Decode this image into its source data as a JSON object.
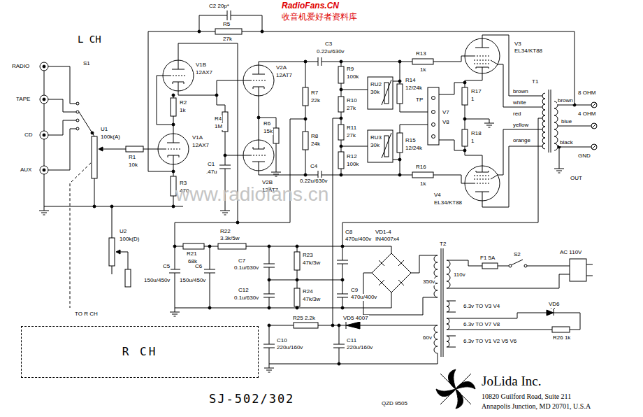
{
  "diagram": {
    "nodes": [
      {
        "text": [
          "R CH"
        ]
      }
    ],
    "labels": [
      "RadioFans.CN",
      "收音机爱好者资料库",
      "L CH",
      "C2 20p*",
      "R5",
      "27k",
      "RADIO",
      "TAPE",
      "CD",
      "AUX",
      "S1",
      "V1B",
      "12AX7",
      "R2",
      "1k",
      "V1A",
      "12AX7",
      "R3",
      "470",
      "U1",
      "100k(A)",
      "R1",
      "10k",
      "V2A",
      "12AT7",
      "R4",
      "1M",
      "C1",
      ".47u",
      "V2B",
      "12AT7",
      "R6",
      "15k",
      "C3",
      "0.22u/630v",
      "R7",
      "22k",
      "R8",
      "24k",
      "R9",
      "100k",
      "R10",
      "27k",
      "R11",
      "27k",
      "R12",
      "100k",
      "RU2",
      "30k",
      "RU3",
      "30k",
      "R13",
      "1k",
      "R14",
      "12/24k",
      "R15",
      "12/24k",
      "TP",
      "V7",
      "V8",
      "R16",
      "1k",
      "C4",
      "0.22u/630v",
      "V3",
      "EL34/KT88",
      "V4",
      "EL34/KT88",
      "R17",
      "1",
      "R18",
      "1",
      "T1",
      "brown",
      "white",
      "red",
      "yellow",
      "orange",
      "8 OHM",
      "brown",
      "4 OHM",
      "blue",
      "black",
      "GND",
      "OUT",
      "www.radiofans.cn",
      "U2",
      "100k(D)",
      "TO R CH",
      "R21",
      "68k",
      "R22",
      "3.3k/5w",
      "C5",
      "150u/450v",
      "C6",
      "150u/450v",
      "C7",
      "0.1u/630v",
      "C12",
      "0.1u/630v",
      "R23",
      "47k/3w",
      "R24",
      "47k/3w",
      "C8",
      "470u/400v",
      "C9",
      "470u/400v",
      "VD1-4",
      "IN4007x4",
      "T2",
      "F1 5A",
      "S2",
      "AC 110V",
      "110v",
      "350v",
      "6.3v TO V3 V4",
      "6.3v TO V7 V8",
      "6.3v TO V1 V2 V5 V6",
      "VD6",
      "R26 1k",
      "R25 2.2k",
      "VD5 4007",
      "C10",
      "220u/160v",
      "C11",
      "220u/160v",
      "60v",
      "SJ-502/302",
      "QZD 9505",
      "JoLida Inc.",
      "10820 Guilford Road, Suite 211",
      "Annapolis Junction, MD 20701, U.S.A"
    ]
  }
}
